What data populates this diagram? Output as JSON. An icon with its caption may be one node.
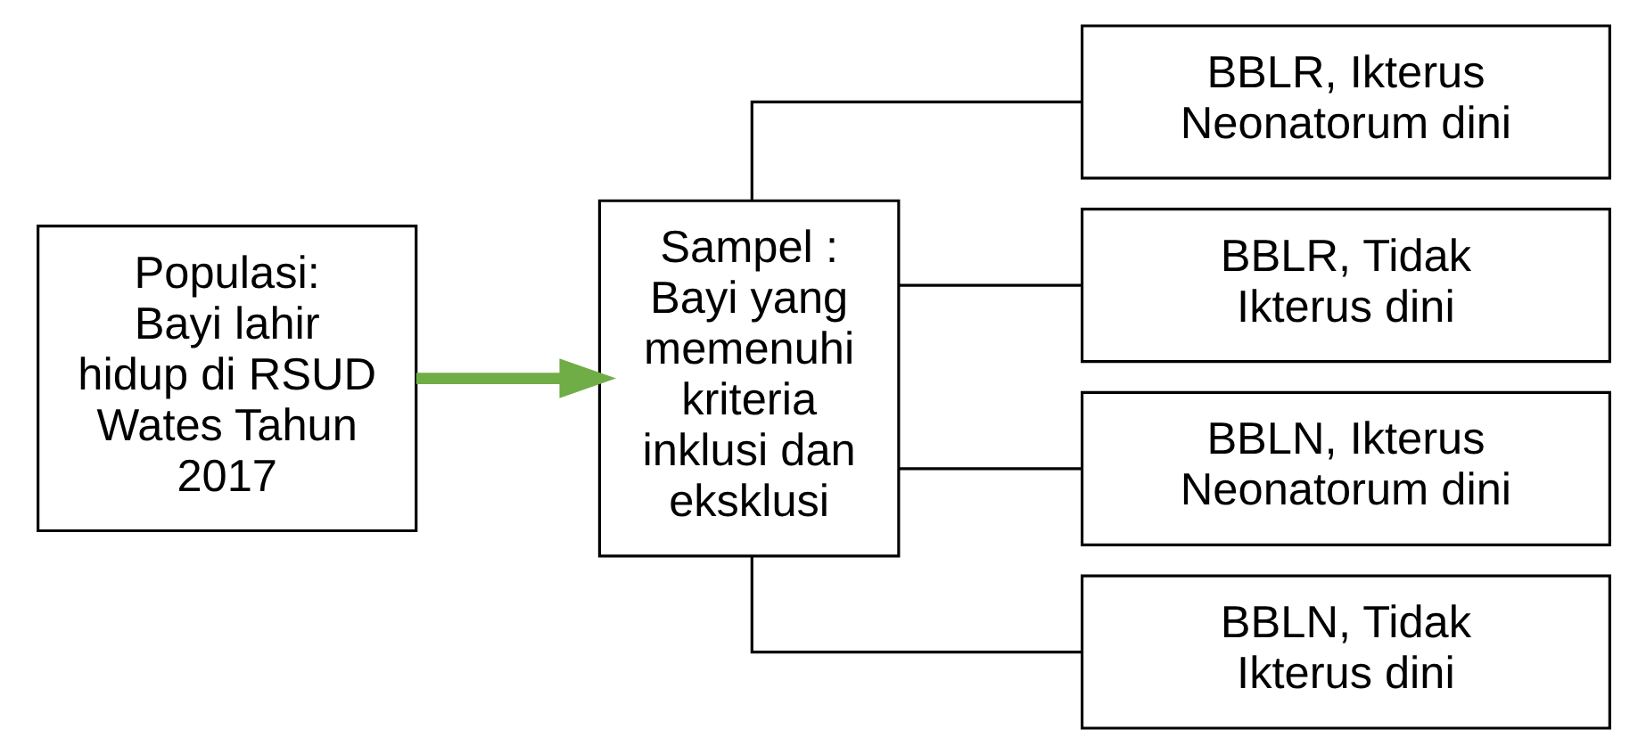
{
  "diagram": {
    "nodes": [
      {
        "text": [
          "Populasi: Bayi lahir hidup di RSUD Wates Tahun 2017"
        ]
      },
      {
        "text": [
          "Sampel : Bayi yang memenuhi kriteria inklusi dan eksklusi"
        ]
      },
      {
        "text": [
          "BBLR, Ikterus Neonatorum dini"
        ]
      },
      {
        "text": [
          "BBLR, Tidak Ikterus dini"
        ]
      },
      {
        "text": [
          "BBLN, Ikterus Neonatorum dini"
        ]
      },
      {
        "text": [
          "BBLN, Tidak Ikterus dini"
        ]
      }
    ],
    "edges": [
      {
        "from": 0,
        "to": 1,
        "arrow": "to",
        "style": "thick",
        "color": "#70ad47"
      },
      {
        "from": 1,
        "to": 2,
        "arrow": "none"
      },
      {
        "from": 1,
        "to": 3,
        "arrow": "none"
      },
      {
        "from": 1,
        "to": 4,
        "arrow": "none"
      },
      {
        "from": 1,
        "to": 5,
        "arrow": "none"
      }
    ]
  }
}
